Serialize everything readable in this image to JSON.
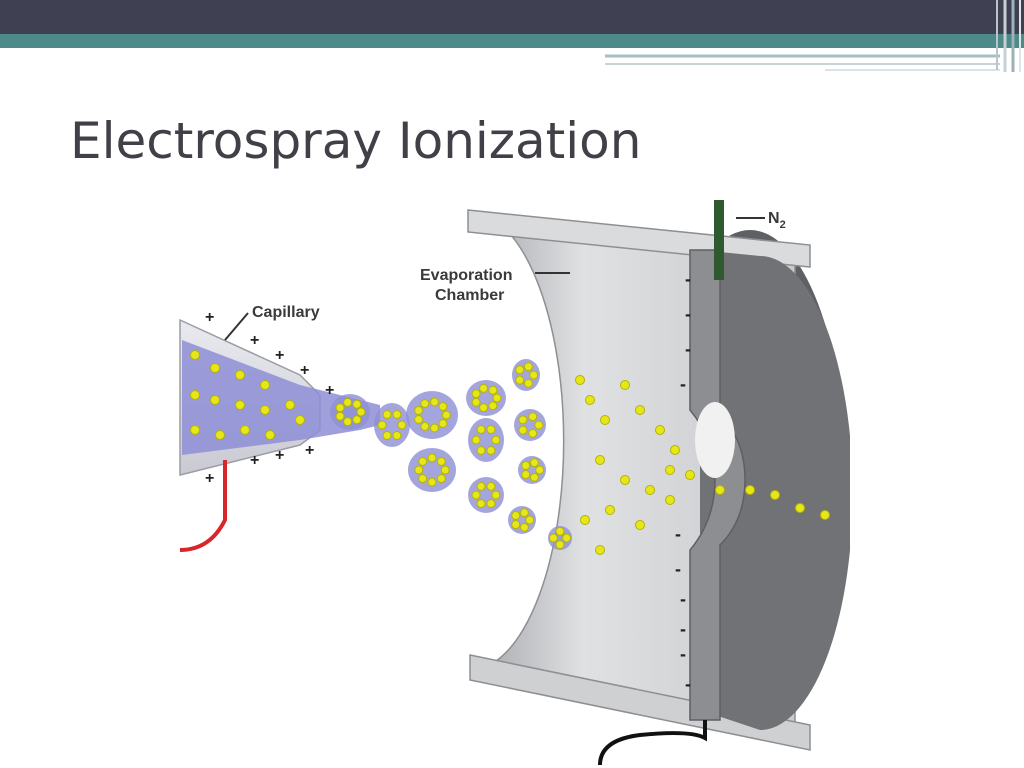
{
  "slide": {
    "title": "Electrospray Ionization"
  },
  "diagram": {
    "labels": {
      "capillary": "Capillary",
      "evaporation_line1": "Evaporation",
      "evaporation_line2": "Chamber",
      "gas": "N",
      "gas_subscript": "2"
    },
    "charge_positive": "+",
    "charge_negative": "-"
  },
  "colors": {
    "top_bar": "#3f4152",
    "accent": "#4f8a8b",
    "title_text": "#404048",
    "droplet": "#8e8ed6",
    "ion": "#e6e619",
    "lead_red": "#d9262a",
    "chamber_dark": "#707275",
    "chamber_light": "#d2d3d5",
    "gas_tube": "#2f5a2f"
  }
}
